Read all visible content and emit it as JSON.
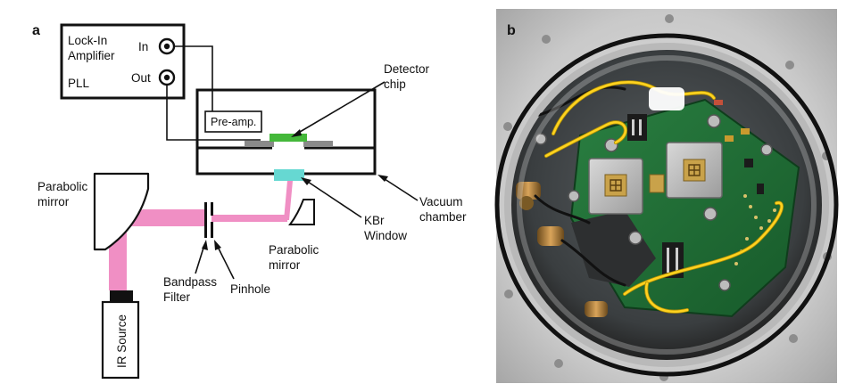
{
  "panel_a": {
    "panel_label": "a",
    "lockin_line1": "Lock-In",
    "lockin_line2": "Amplifier",
    "pll": "PLL",
    "in_label": "In",
    "out_label": "Out",
    "preamp": "Pre-amp.",
    "detector_line1": "Detector",
    "detector_line2": "chip",
    "vacuum_line1": "Vacuum",
    "vacuum_line2": "chamber",
    "kbr_line1": "KBr",
    "kbr_line2": "Window",
    "parabolic_left_line1": "Parabolic",
    "parabolic_left_line2": "mirror",
    "parabolic_right_line1": "Parabolic",
    "parabolic_right_line2": "mirror",
    "bandpass_line1": "Bandpass",
    "bandpass_line2": "Filter",
    "pinhole": "Pinhole",
    "ir_source": "IR Source"
  },
  "panel_b": {
    "panel_label": "b"
  },
  "colors": {
    "beam": "#f08fc4",
    "detector_chip": "#44b83a",
    "kbr_window": "#66d8d2",
    "chip_substrate": "#8a8a8a",
    "pcb": "#1f6b34",
    "wire": "#ffd21f"
  }
}
